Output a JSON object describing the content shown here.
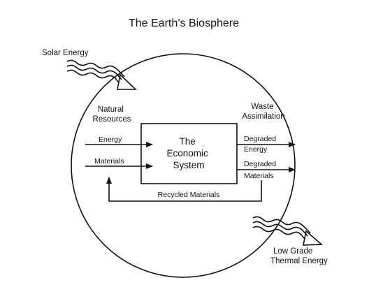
{
  "title": "The Earth’s Biosphere",
  "inputs": {
    "solar_energy": "Solar Energy",
    "natural_resources": [
      "Natural",
      "Resources"
    ],
    "energy": "Energy",
    "materials": "Materials"
  },
  "economic_system": [
    "The",
    "Economic",
    "System"
  ],
  "outputs": {
    "waste_assimilation": [
      "Waste",
      "Assimilation"
    ],
    "degraded_energy": [
      "Degraded",
      "Energy"
    ],
    "degraded_materials": [
      "Degraded",
      "Materials"
    ],
    "recycled_materials": "Recycled Materials",
    "low_grade_thermal": [
      "Low Grade",
      "Thermal Energy"
    ]
  },
  "colors": {
    "line": "#111111",
    "background": "#ffffff"
  }
}
